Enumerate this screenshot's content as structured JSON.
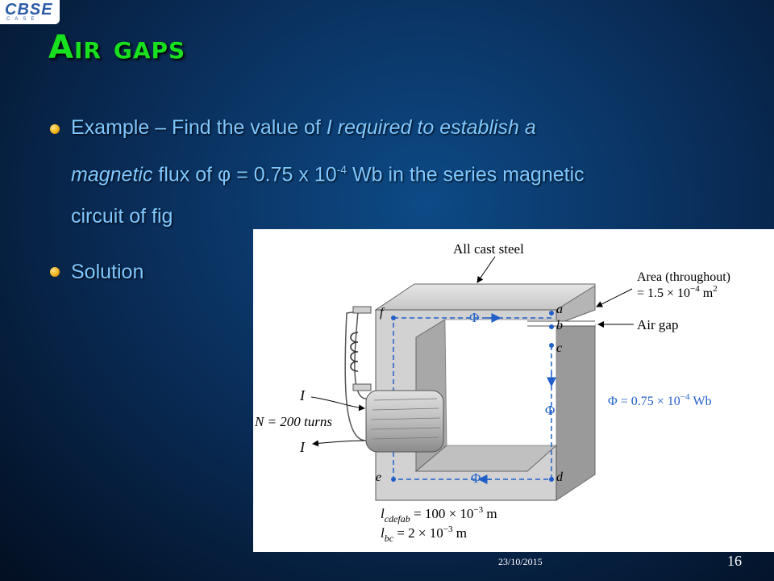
{
  "logo": {
    "text": "CBSE",
    "sub": "CASE"
  },
  "title": "Air gaps",
  "bullets": {
    "example_pre": "Example – Find the value of ",
    "example_italic1": "I required to establish a",
    "example_italic2": "magnetic",
    "example_flux": " flux of φ = 0.75 x 10",
    "example_exp": "-4",
    "example_post": " Wb in the series magnetic",
    "example_line3": "circuit of fig",
    "solution": "Solution"
  },
  "figure": {
    "label_cast_steel": "All cast steel",
    "label_area_1": "Area (throughout)",
    "label_area_2": "= 1.5 × 10",
    "label_area_exp": "−4",
    "label_area_unit": " m",
    "label_area_sq": "2",
    "label_air_gap": "Air gap",
    "phi_top": "Φ",
    "phi_right": "Φ",
    "phi_bottom": "Φ",
    "flux_eq": "Φ = 0.75 × 10",
    "flux_exp": "−4",
    "flux_unit": " Wb",
    "pt_a": "a",
    "pt_b": "b",
    "pt_c": "c",
    "pt_d": "d",
    "pt_e": "e",
    "pt_f": "f",
    "current_top": "I",
    "current_bottom": "I",
    "turns": "N = 200  turns",
    "len1_pre": "l",
    "len1_sub": "cdefab",
    "len1_val": " = 100 × 10",
    "len1_exp": "−3",
    "len1_unit": " m",
    "len2_pre": "l",
    "len2_sub": "bc",
    "len2_val": " = 2 × 10",
    "len2_exp": "−3",
    "len2_unit": " m"
  },
  "footer": {
    "date": "23/10/2015",
    "page": "16"
  },
  "colors": {
    "title": "#18e01e",
    "text": "#7fc8ff",
    "flux": "#2060c8"
  }
}
